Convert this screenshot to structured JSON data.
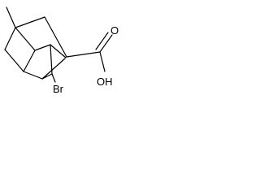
{
  "molecule": {
    "atom_labels": {
      "oxygen_double": "O",
      "hydroxyl": "OH",
      "bromine": "Br"
    },
    "colors": {
      "bond": "#000000",
      "background": "#ffffff"
    }
  }
}
